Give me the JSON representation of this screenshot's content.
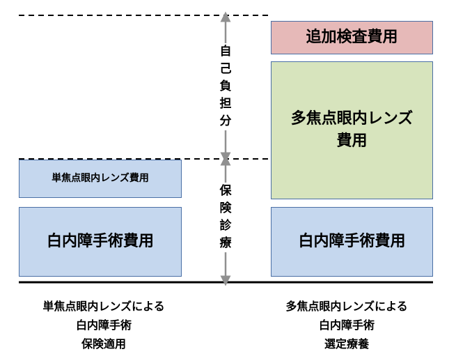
{
  "diagram": {
    "right_column": {
      "extra_exam_box": "追加検査費用",
      "multifocal_lens_box_line1": "多焦点眼内レンズ",
      "multifocal_lens_box_line2": "費用",
      "surgery_box": "白内障手術費用"
    },
    "left_column": {
      "monofocal_lens_box": "単焦点眼内レンズ費用",
      "surgery_box": "白内障手術費用"
    },
    "middle_labels": {
      "self_pay": [
        "自",
        "己",
        "負",
        "担",
        "分"
      ],
      "insurance": [
        "保",
        "険",
        "診",
        "療"
      ]
    },
    "captions": {
      "left": [
        "単焦点眼内レンズによる",
        "白内障手術",
        "保険適用"
      ],
      "right": [
        "多焦点眼内レンズによる",
        "白内障手術",
        "選定療養"
      ]
    },
    "colors": {
      "box_border": "#4a6fa5",
      "surgery_fill": "#c5d7ee",
      "multifocal_fill": "#d7e4bd",
      "extra_exam_fill": "#e6b9b8",
      "arrow": "#909090"
    }
  }
}
